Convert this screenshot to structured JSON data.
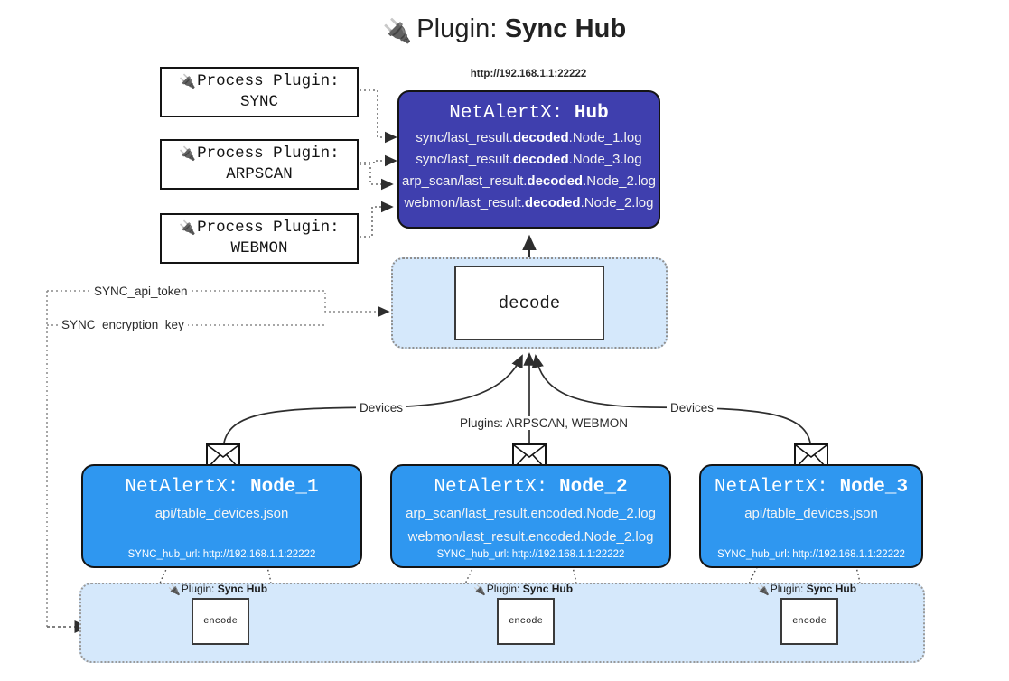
{
  "title": {
    "icon": "🔌",
    "prefix": "Plugin:",
    "name": "Sync Hub"
  },
  "process_plugins": [
    {
      "icon": "🔌",
      "label": "Process Plugin:",
      "name": "SYNC"
    },
    {
      "icon": "🔌",
      "label": "Process Plugin:",
      "name": "ARPSCAN"
    },
    {
      "icon": "🔌",
      "label": "Process Plugin:",
      "name": "WEBMON"
    }
  ],
  "hub": {
    "url": "http://192.168.1.1:22222",
    "title_prefix": "NetAlertX:",
    "title_name": "Hub",
    "fill": "#3f3fae",
    "lines": [
      {
        "pre": "sync/last_result.",
        "strong": "decoded",
        "post": ".Node_1.log"
      },
      {
        "pre": "sync/last_result.",
        "strong": "decoded",
        "post": ".Node_3.log"
      },
      {
        "pre": "arp_scan/last_result.",
        "strong": "decoded",
        "post": ".Node_2.log"
      },
      {
        "pre": "webmon/last_result.",
        "strong": "decoded",
        "post": ".Node_2.log"
      }
    ]
  },
  "decode": {
    "label": "decode",
    "band_fill": "#d5e8fb"
  },
  "edge_labels": {
    "api_token": "SYNC_api_token",
    "encryption_key": "SYNC_encryption_key",
    "devices_left": "Devices",
    "devices_right": "Devices",
    "plugins": "Plugins: ARPSCAN, WEBMON"
  },
  "nodes": [
    {
      "title_prefix": "NetAlertX:",
      "title_name": "Node_1",
      "fill": "#2f97f0",
      "lines": [
        "api/table_devices.json"
      ],
      "url_label": "SYNC_hub_url: http://192.168.1.1:22222"
    },
    {
      "title_prefix": "NetAlertX:",
      "title_name": "Node_2",
      "fill": "#2f97f0",
      "lines": [
        "arp_scan/last_result.encoded.Node_2.log",
        "webmon/last_result.encoded.Node_2.log"
      ],
      "url_label": "SYNC_hub_url: http://192.168.1.1:22222"
    },
    {
      "title_prefix": "NetAlertX:",
      "title_name": "Node_3",
      "fill": "#2f97f0",
      "lines": [
        "api/table_devices.json"
      ],
      "url_label": "SYNC_hub_url: http://192.168.1.1:22222"
    }
  ],
  "encoders": [
    {
      "icon": "🔌",
      "prefix": "Plugin:",
      "name": "Sync Hub",
      "box_label": "encode"
    },
    {
      "icon": "🔌",
      "prefix": "Plugin:",
      "name": "Sync Hub",
      "box_label": "encode"
    },
    {
      "icon": "🔌",
      "prefix": "Plugin:",
      "name": "Sync Hub",
      "box_label": "encode"
    }
  ]
}
